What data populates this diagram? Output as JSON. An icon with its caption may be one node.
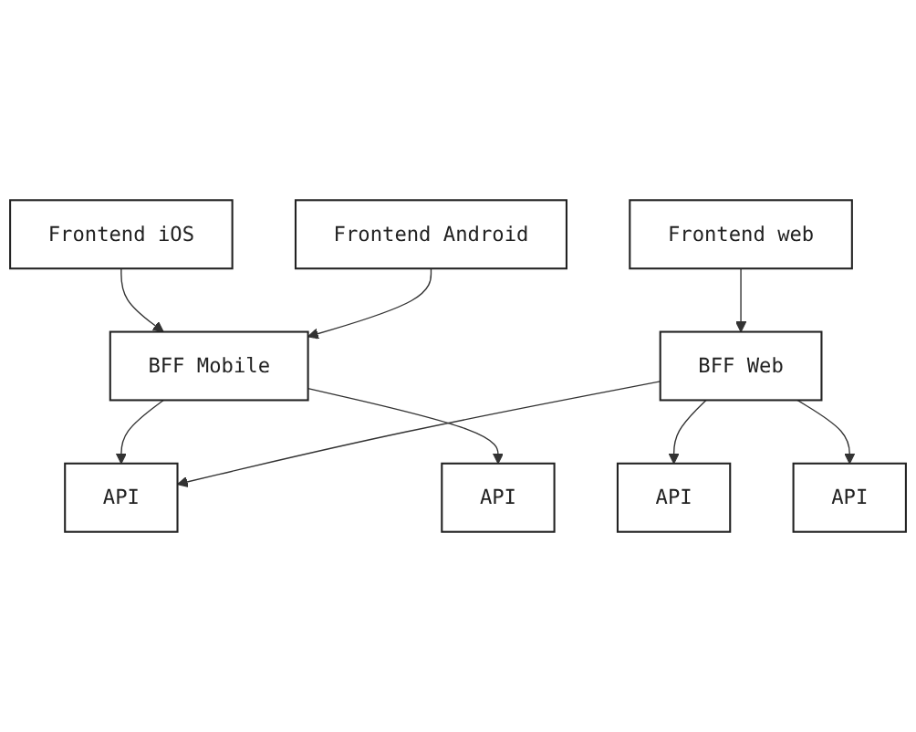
{
  "diagram": {
    "nodes": [
      {
        "text": [
          "Frontend iOS"
        ]
      },
      {
        "text": [
          "Frontend Android"
        ]
      },
      {
        "text": [
          "Frontend web"
        ]
      },
      {
        "text": [
          "BFF Mobile"
        ]
      },
      {
        "text": [
          "BFF Web"
        ]
      },
      {
        "text": [
          "API"
        ]
      },
      {
        "text": [
          "API"
        ]
      },
      {
        "text": [
          "API"
        ]
      },
      {
        "text": [
          "API"
        ]
      }
    ],
    "edges": [
      {
        "from": 0,
        "to": 3,
        "arrow": "to"
      },
      {
        "from": 1,
        "to": 3,
        "arrow": "to"
      },
      {
        "from": 2,
        "to": 4,
        "arrow": "to"
      },
      {
        "from": 3,
        "to": 5,
        "arrow": "to"
      },
      {
        "from": 3,
        "to": 7,
        "arrow": "to"
      },
      {
        "from": 4,
        "to": 5,
        "arrow": "to"
      },
      {
        "from": 4,
        "to": 6,
        "arrow": "to"
      },
      {
        "from": 4,
        "to": 8,
        "arrow": "to"
      }
    ]
  }
}
